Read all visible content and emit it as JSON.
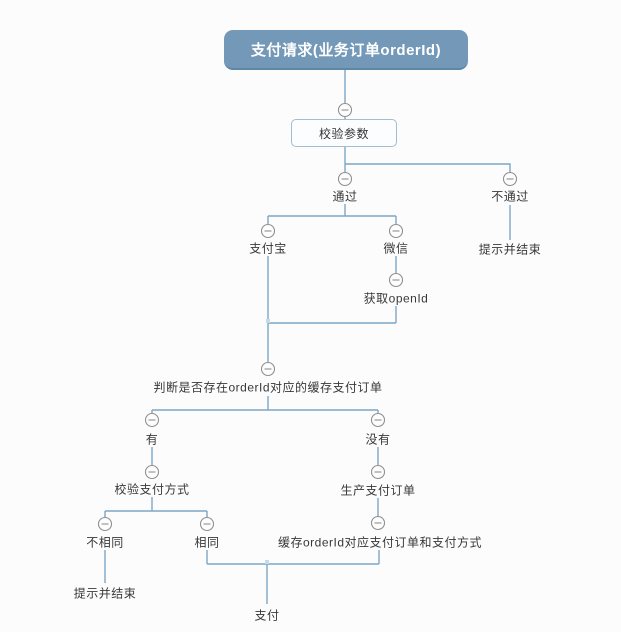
{
  "diagram": {
    "type": "mindmap-flowchart",
    "background_color": "#fcfcfc",
    "connector_color": "#7da7c7",
    "collapse_icon_color": "#909090",
    "root_node_fill": "#7398b8",
    "root_node_text_color": "#ffffff",
    "boxed_node_border_color": "#a3bdd2",
    "collapse_button_count": 14
  },
  "nodes": {
    "root": {
      "label": "支付请求(业务订单orderId)"
    },
    "validate_params": {
      "label": "校验参数"
    },
    "pass": {
      "label": "通过"
    },
    "fail": {
      "label": "不通过"
    },
    "fail_end": {
      "label": "提示并结束"
    },
    "alipay": {
      "label": "支付宝"
    },
    "wechat": {
      "label": "微信"
    },
    "get_openid": {
      "label": "获取openId"
    },
    "judge_cache": {
      "label": "判断是否存在orderId对应的缓存支付订单"
    },
    "has_order": {
      "label": "有"
    },
    "no_order": {
      "label": "没有"
    },
    "check_pay_method": {
      "label": "校验支付方式"
    },
    "method_diff": {
      "label": "不相同"
    },
    "method_same": {
      "label": "相同"
    },
    "method_diff_end": {
      "label": "提示并结束"
    },
    "create_pay_order": {
      "label": "生产支付订单"
    },
    "cache_pay_order": {
      "label": "缓存orderId对应支付订单和支付方式"
    },
    "pay": {
      "label": "支付"
    }
  },
  "edges": [
    {
      "from": "root",
      "to": "validate_params"
    },
    {
      "from": "validate_params",
      "to": "pass"
    },
    {
      "from": "validate_params",
      "to": "fail"
    },
    {
      "from": "fail",
      "to": "fail_end"
    },
    {
      "from": "pass",
      "to": "alipay"
    },
    {
      "from": "pass",
      "to": "wechat"
    },
    {
      "from": "wechat",
      "to": "get_openid"
    },
    {
      "from": "alipay",
      "to": "judge_cache"
    },
    {
      "from": "get_openid",
      "to": "judge_cache"
    },
    {
      "from": "judge_cache",
      "to": "has_order"
    },
    {
      "from": "judge_cache",
      "to": "no_order"
    },
    {
      "from": "has_order",
      "to": "check_pay_method"
    },
    {
      "from": "check_pay_method",
      "to": "method_diff"
    },
    {
      "from": "check_pay_method",
      "to": "method_same"
    },
    {
      "from": "method_diff",
      "to": "method_diff_end"
    },
    {
      "from": "no_order",
      "to": "create_pay_order"
    },
    {
      "from": "create_pay_order",
      "to": "cache_pay_order"
    },
    {
      "from": "method_same",
      "to": "pay"
    },
    {
      "from": "cache_pay_order",
      "to": "pay"
    }
  ]
}
